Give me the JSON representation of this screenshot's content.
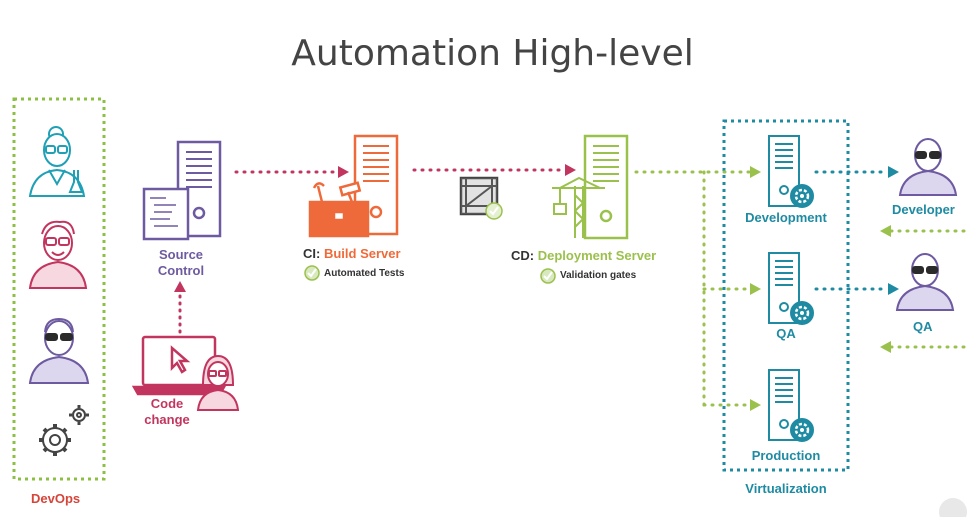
{
  "title": "Automation High-level",
  "devops": {
    "label": "DevOps"
  },
  "source_control": {
    "line1": "Source",
    "line2": "Control"
  },
  "code_change": {
    "line1": "Code",
    "line2": "change"
  },
  "ci": {
    "prefix": "CI:",
    "name": "Build Server",
    "note": "Automated Tests"
  },
  "cd": {
    "prefix": "CD:",
    "name": "Deployment Server",
    "note": "Validation gates"
  },
  "virtualization": {
    "label": "Virtualization",
    "servers": [
      "Development",
      "QA",
      "Production"
    ]
  },
  "users": {
    "developer": "Developer",
    "qa": "QA"
  },
  "colors": {
    "purple": "#6e5aa0",
    "red": "#c2355f",
    "orange": "#ef6a3a",
    "green": "#9bc14d",
    "teal": "#1e8ba3",
    "devops_green": "#8cc043"
  },
  "icons": [
    "scientist-icon",
    "developer-red-icon",
    "person-sunglasses-icon",
    "gears-icon",
    "server-icon",
    "laptop-icon",
    "toolbox-icon",
    "package-crate-icon",
    "crane-icon",
    "check-icon"
  ]
}
